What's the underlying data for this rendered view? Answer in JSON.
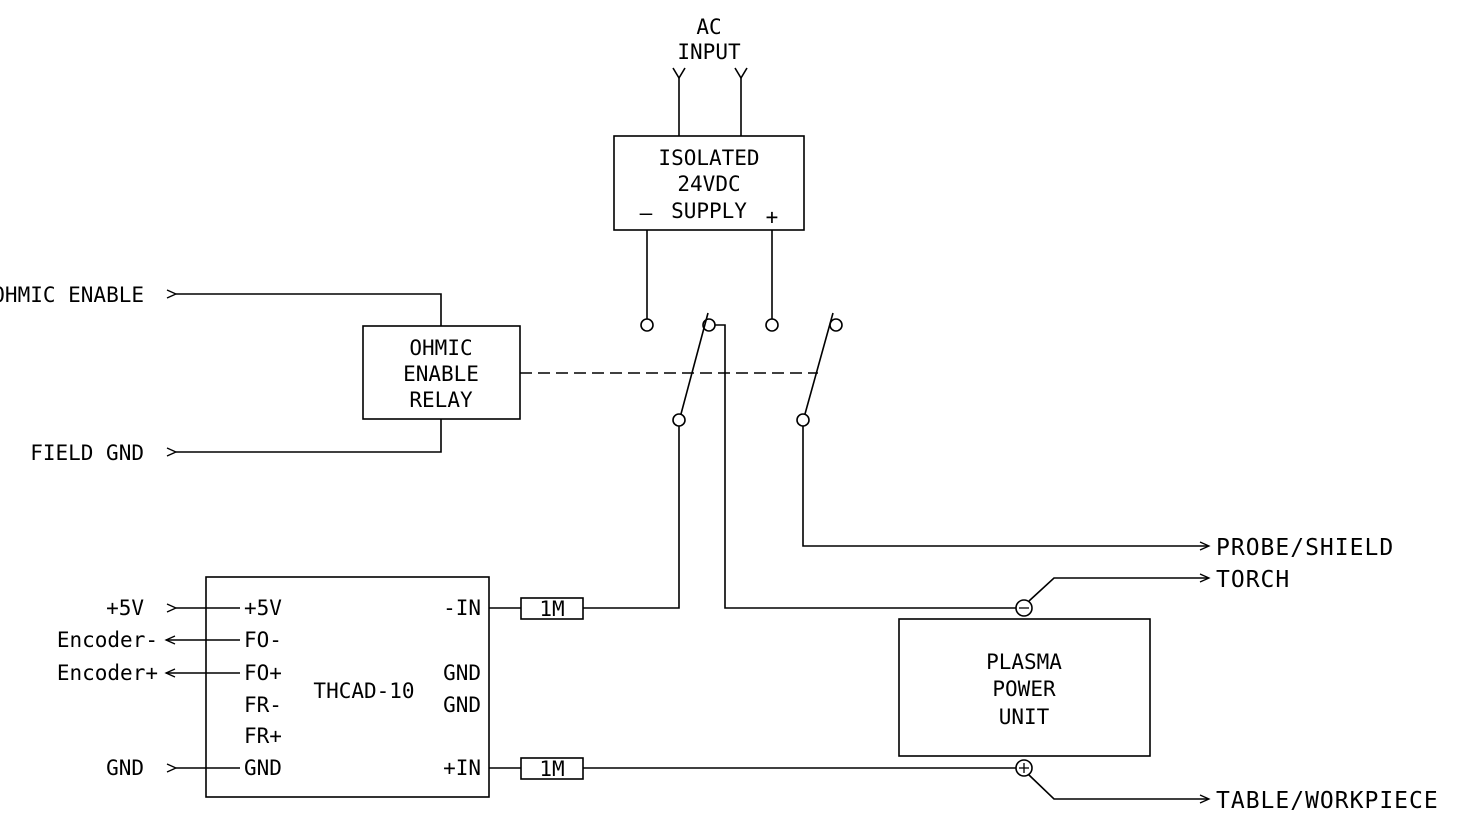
{
  "ac_input": {
    "line1": "AC",
    "line2": "INPUT"
  },
  "supply": {
    "line1": "ISOLATED",
    "line2": "24VDC",
    "line3": "SUPPLY",
    "minus": "–",
    "plus": "+"
  },
  "relay": {
    "line1": "OHMIC",
    "line2": "ENABLE",
    "line3": "RELAY"
  },
  "field_inputs": {
    "ohmic_enable": "OHMIC ENABLE",
    "field_gnd": "FIELD GND"
  },
  "thcad": {
    "name": "THCAD-10",
    "left_pins": [
      "+5V",
      "FO-",
      "FO+",
      "FR-",
      "FR+",
      "GND"
    ],
    "right_pins": [
      "-IN",
      "GND",
      "GND",
      "+IN"
    ],
    "external": {
      "plus5v": "+5V",
      "enc_minus": "Encoder-",
      "enc_plus": "Encoder+",
      "gnd": "GND"
    }
  },
  "resistors": {
    "top": "1M",
    "bottom": "1M"
  },
  "plasma": {
    "line1": "PLASMA",
    "line2": "POWER",
    "line3": "UNIT"
  },
  "outputs": {
    "probe": "PROBE/SHIELD",
    "torch": "TORCH",
    "table": "TABLE/WORKPIECE"
  }
}
